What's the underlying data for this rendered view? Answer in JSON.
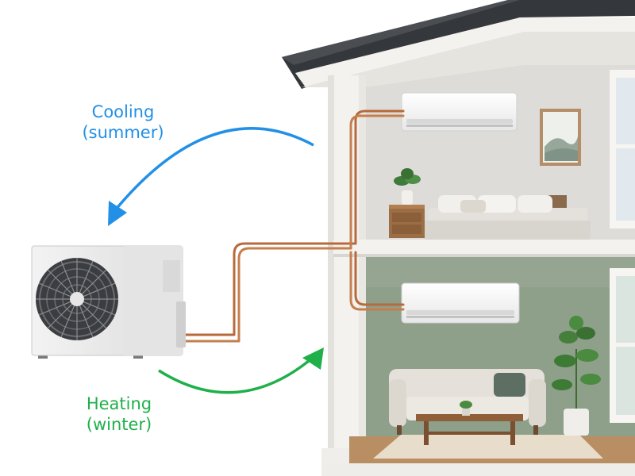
{
  "labels": {
    "cooling": {
      "line1": "Cooling",
      "line2": "(summer)",
      "color": "#2290e6"
    },
    "heating": {
      "line1": "Heating",
      "line2": "(winter)",
      "color": "#1fb04a"
    }
  },
  "colors": {
    "pipe": "#b76a3c",
    "wall_upper": "#dedcd8",
    "wall_lower": "#8e9f8a",
    "roof": "#34373b",
    "trim": "#f4f2ee",
    "floor": "#b98e63"
  },
  "icons": [
    "fan-icon"
  ]
}
